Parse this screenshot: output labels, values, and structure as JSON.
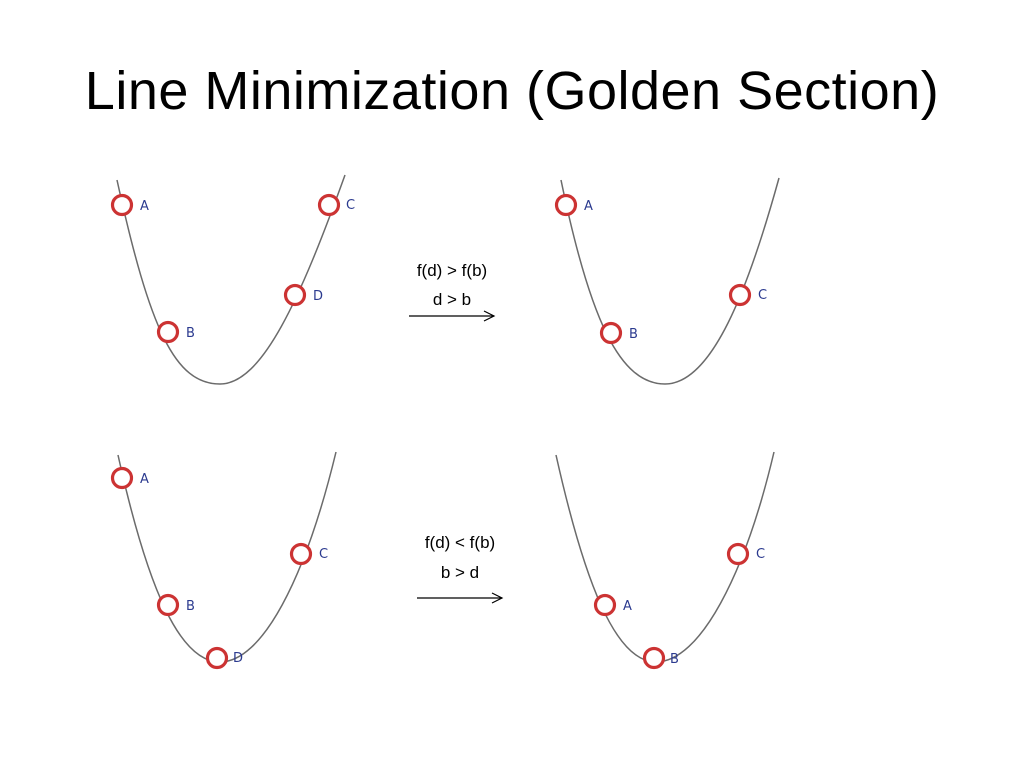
{
  "slide": {
    "title": "Line Minimization (Golden Section)"
  },
  "cases": [
    {
      "condition": "f(d) > f(b)",
      "relation": "d > b",
      "before_labels": [
        "A",
        "B",
        "D",
        "C"
      ],
      "after_labels": [
        "A",
        "B",
        "C"
      ]
    },
    {
      "condition": "f(d) < f(b)",
      "relation": "b > d",
      "before_labels": [
        "A",
        "B",
        "D",
        "C"
      ],
      "after_labels": [
        "A",
        "B",
        "C"
      ]
    }
  ],
  "colors": {
    "point_stroke": "#cc3333",
    "label": "#2b3a8f",
    "curve": "#6b6b6b"
  }
}
